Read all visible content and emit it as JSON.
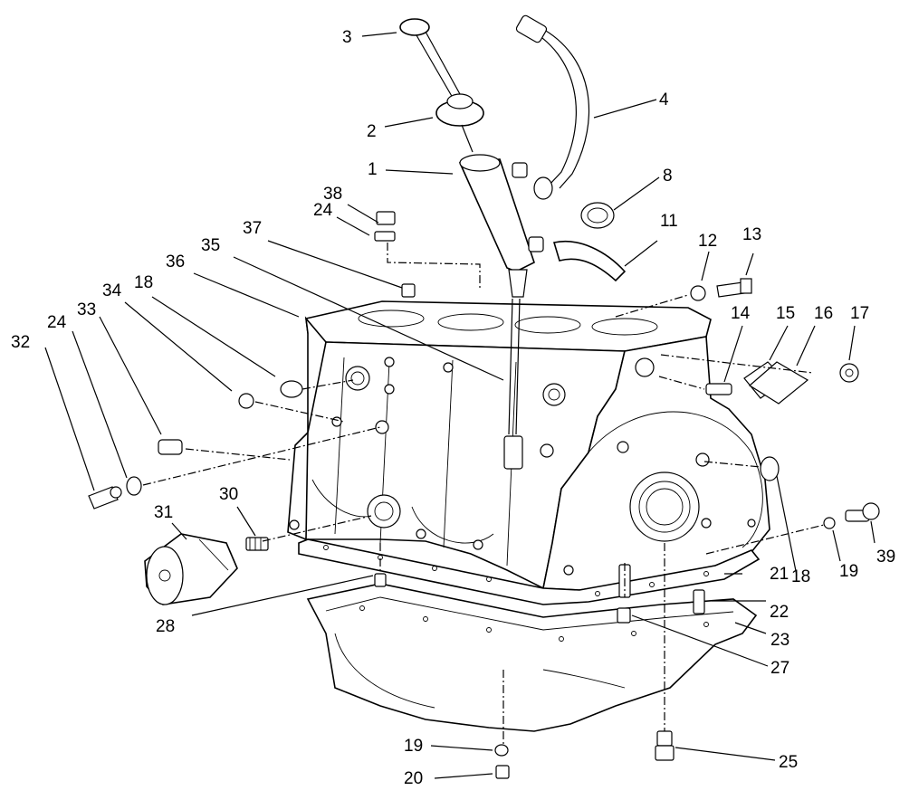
{
  "diagram": {
    "labels": {
      "l1": "1",
      "l2": "2",
      "l3": "3",
      "l4": "4",
      "l8": "8",
      "l11": "11",
      "l12": "12",
      "l13": "13",
      "l14": "14",
      "l15": "15",
      "l16": "16",
      "l17": "17",
      "l18a": "18",
      "l18b": "18",
      "l19a": "19",
      "l19b": "19",
      "l20": "20",
      "l21": "21",
      "l22": "22",
      "l23": "23",
      "l24a": "24",
      "l24b": "24",
      "l25": "25",
      "l27": "27",
      "l28": "28",
      "l30": "30",
      "l31": "31",
      "l32": "32",
      "l33": "33",
      "l34": "34",
      "l35": "35",
      "l36": "36",
      "l37": "37",
      "l38": "38",
      "l39": "39"
    }
  }
}
